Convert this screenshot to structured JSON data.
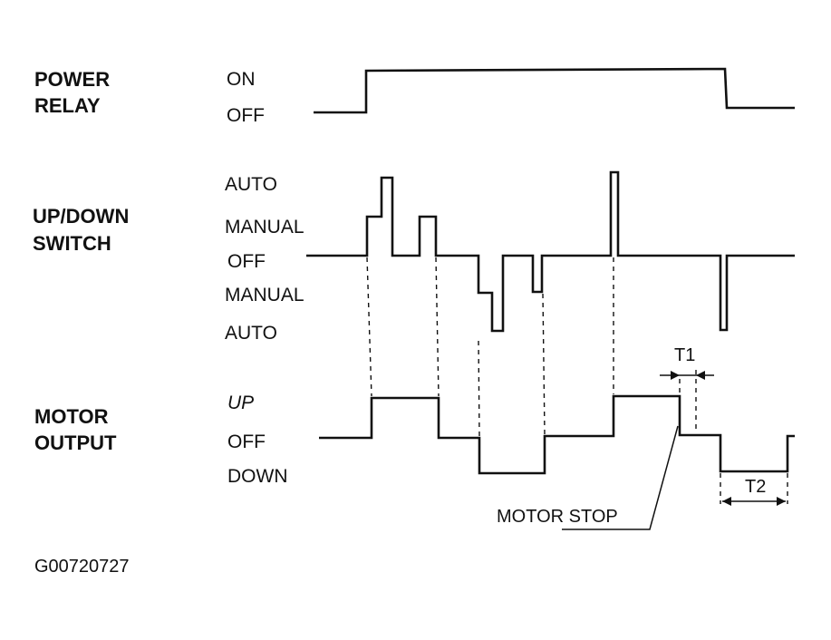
{
  "signals": {
    "power_relay": {
      "title_lines": [
        "POWER",
        "RELAY"
      ],
      "states": [
        "ON",
        "OFF"
      ]
    },
    "switch": {
      "title_lines": [
        "UP/DOWN",
        "SWITCH"
      ],
      "states": [
        "AUTO",
        "MANUAL",
        "OFF",
        "MANUAL",
        "AUTO"
      ]
    },
    "motor": {
      "title_lines": [
        "MOTOR",
        "OUTPUT"
      ],
      "states": [
        "UP",
        "OFF",
        "DOWN"
      ]
    }
  },
  "annotations": {
    "t1": "T1",
    "t2": "T2",
    "motor_stop": "MOTOR STOP"
  },
  "figure_id": "G00720727",
  "colors": {
    "ink": "#111111",
    "background": "#ffffff"
  }
}
